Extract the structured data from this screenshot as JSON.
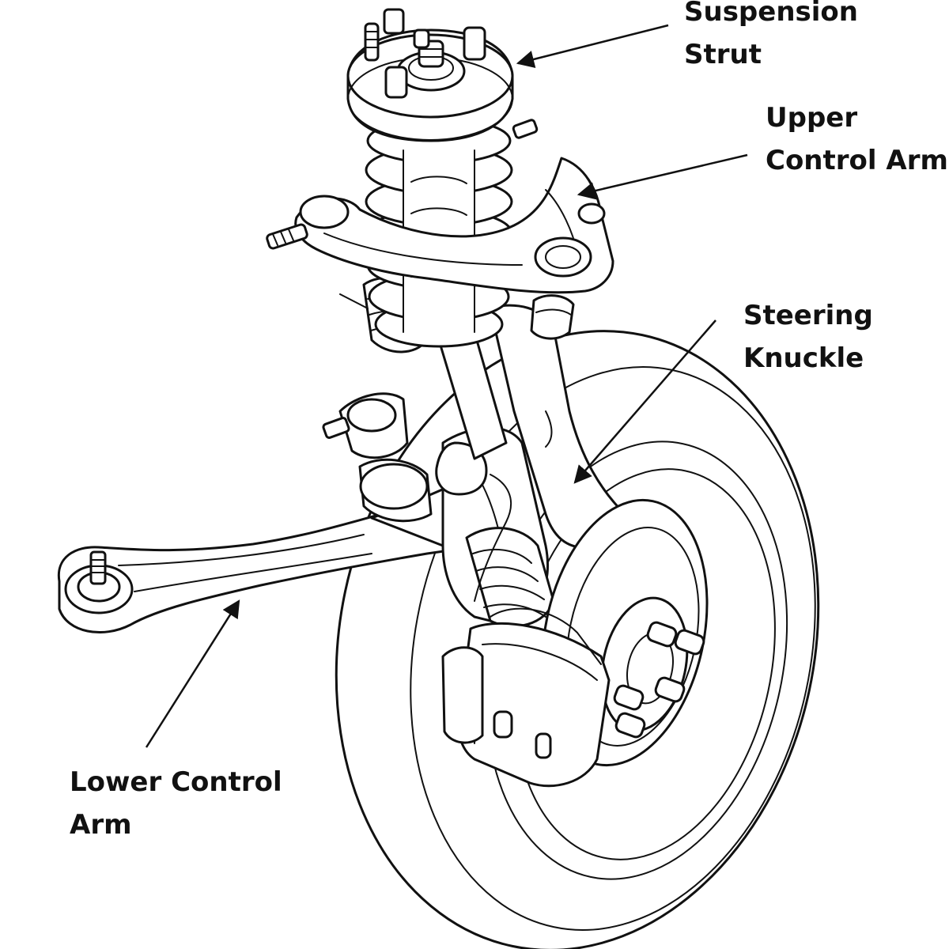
{
  "labels": {
    "suspension_strut": [
      "Suspension",
      "Strut"
    ],
    "upper_control_arm": [
      "Upper",
      "Control Arm"
    ],
    "steering_knuckle": [
      "Steering",
      "Knuckle"
    ],
    "lower_control_arm": [
      "Lower Control",
      "Arm"
    ]
  },
  "colors": {
    "line": "#111111",
    "background": "#ffffff"
  }
}
